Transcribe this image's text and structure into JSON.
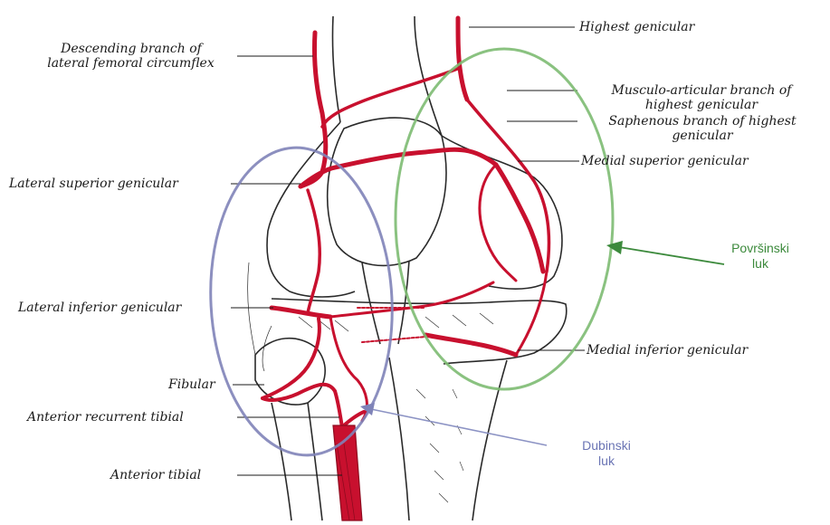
{
  "labels": {
    "descending_branch_1": "Descending branch of",
    "descending_branch_2": "lateral femoral circumflex",
    "highest_genicular": "Highest genicular",
    "musculo_articular_1": "Musculo-articular branch of",
    "musculo_articular_2": "highest genicular",
    "saphenous_1": "Saphenous branch of highest",
    "saphenous_2": "genicular",
    "medial_superior": "Medial superior genicular",
    "lateral_superior": "Lateral superior genicular",
    "lateral_inferior": "Lateral inferior genicular",
    "medial_inferior": "Medial inferior genicular",
    "fibular": "Fibular",
    "anterior_recurrent": "Anterior recurrent tibial",
    "anterior_tibial": "Anterior tibial"
  },
  "annotations": {
    "povrsinski_1": "Površinski",
    "povrsinski_2": "luk",
    "dubinski_1": "Dubinski",
    "dubinski_2": "luk"
  },
  "colors": {
    "artery": "#c8102e",
    "artery_dark": "#8e0b1f",
    "superficial_arch": "#7dbb72",
    "deep_arch": "#7f83b8",
    "povrsinski_text": "#3c8a3c",
    "dubinski_text": "#6a74b4",
    "bone_line": "#2a2a2a"
  }
}
